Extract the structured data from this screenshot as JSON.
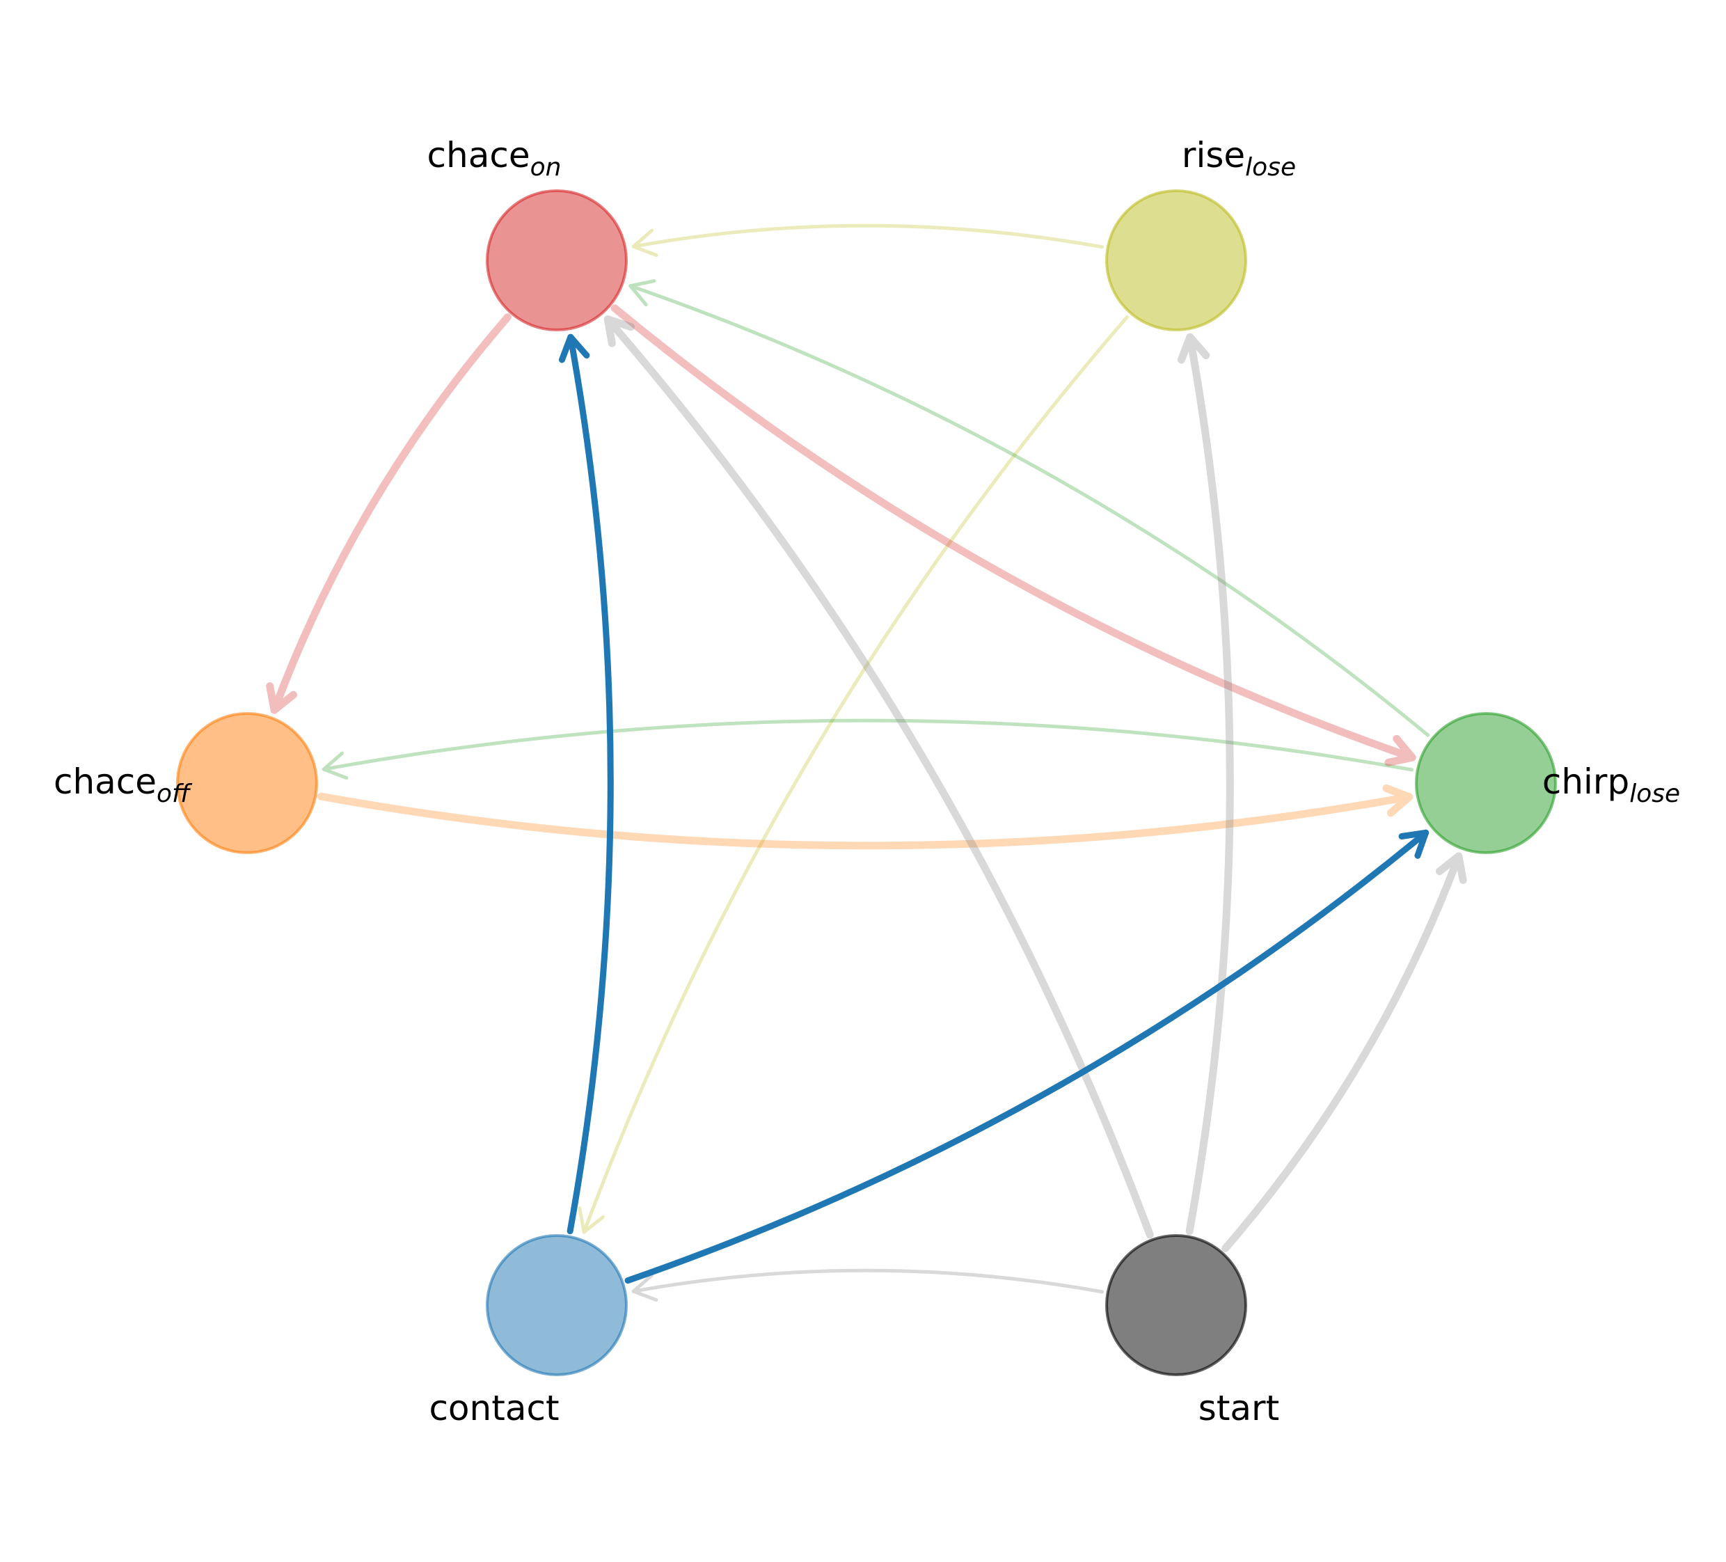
{
  "nodes": [
    {
      "id": "chace_on",
      "label": "chace",
      "sub": "on",
      "color": "#d62728"
    },
    {
      "id": "rise_lose",
      "label": "rise",
      "sub": "lose",
      "color": "#bcbd22"
    },
    {
      "id": "chace_off",
      "label": "chace",
      "sub": "off",
      "color": "#ff7f0e"
    },
    {
      "id": "chirp_lose",
      "label": "chirp",
      "sub": "lose",
      "color": "#2ca02c"
    },
    {
      "id": "contact",
      "label": "contact",
      "sub": "",
      "color": "#1f77b4"
    },
    {
      "id": "start",
      "label": "start",
      "sub": "",
      "color": "#000000"
    }
  ],
  "edges": [
    {
      "from": "rise_lose",
      "to": "chace_on",
      "color": "#bcbd22",
      "weight": "thin"
    },
    {
      "from": "rise_lose",
      "to": "contact",
      "color": "#bcbd22",
      "weight": "thin"
    },
    {
      "from": "chirp_lose",
      "to": "chace_on",
      "color": "#2ca02c",
      "weight": "thin"
    },
    {
      "from": "chirp_lose",
      "to": "chace_off",
      "color": "#2ca02c",
      "weight": "thin"
    },
    {
      "from": "chace_on",
      "to": "chace_off",
      "color": "#d62728",
      "weight": "medium"
    },
    {
      "from": "chace_on",
      "to": "chirp_lose",
      "color": "#d62728",
      "weight": "medium"
    },
    {
      "from": "chace_off",
      "to": "chirp_lose",
      "color": "#ff7f0e",
      "weight": "medium"
    },
    {
      "from": "start",
      "to": "contact",
      "color": "#808080",
      "weight": "thin"
    },
    {
      "from": "start",
      "to": "chace_on",
      "color": "#808080",
      "weight": "medium"
    },
    {
      "from": "start",
      "to": "rise_lose",
      "color": "#808080",
      "weight": "medium"
    },
    {
      "from": "start",
      "to": "chirp_lose",
      "color": "#808080",
      "weight": "medium"
    },
    {
      "from": "contact",
      "to": "chace_on",
      "color": "#1f77b4",
      "weight": "strong"
    },
    {
      "from": "contact",
      "to": "chirp_lose",
      "color": "#1f77b4",
      "weight": "strong"
    }
  ]
}
